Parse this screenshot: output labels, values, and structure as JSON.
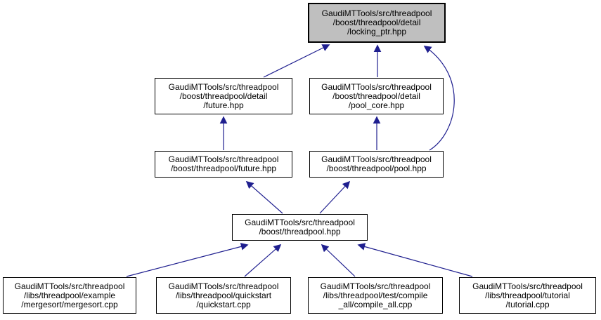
{
  "diagram": {
    "kind": "include-dependency-graph",
    "edge_color": "#1f1f8f",
    "node_fill": "#ffffff",
    "highlight_fill": "#bfbfbf",
    "border_color": "#000000",
    "nodes": [
      {
        "id": "locking-ptr-hpp",
        "label": "GaudiMTTools/src/threadpool\n/boost/threadpool/detail\n/locking_ptr.hpp",
        "highlighted": true
      },
      {
        "id": "detail-future-hpp",
        "label": "GaudiMTTools/src/threadpool\n/boost/threadpool/detail\n/future.hpp",
        "highlighted": false
      },
      {
        "id": "pool-core-hpp",
        "label": "GaudiMTTools/src/threadpool\n/boost/threadpool/detail\n/pool_core.hpp",
        "highlighted": false
      },
      {
        "id": "future-hpp",
        "label": "GaudiMTTools/src/threadpool\n/boost/threadpool/future.hpp",
        "highlighted": false
      },
      {
        "id": "pool-hpp",
        "label": "GaudiMTTools/src/threadpool\n/boost/threadpool/pool.hpp",
        "highlighted": false
      },
      {
        "id": "threadpool-hpp",
        "label": "GaudiMTTools/src/threadpool\n/boost/threadpool.hpp",
        "highlighted": false
      },
      {
        "id": "mergesort-cpp",
        "label": "GaudiMTTools/src/threadpool\n/libs/threadpool/example\n/mergesort/mergesort.cpp",
        "highlighted": false
      },
      {
        "id": "quickstart-cpp",
        "label": "GaudiMTTools/src/threadpool\n/libs/threadpool/quickstart\n/quickstart.cpp",
        "highlighted": false
      },
      {
        "id": "compile-all-cpp",
        "label": "GaudiMTTools/src/threadpool\n/libs/threadpool/test/compile\n_all/compile_all.cpp",
        "highlighted": false
      },
      {
        "id": "tutorial-cpp",
        "label": "GaudiMTTools/src/threadpool\n/libs/threadpool/tutorial\n/tutorial.cpp",
        "highlighted": false
      }
    ],
    "edges": [
      {
        "from": "detail-future-hpp",
        "to": "locking-ptr-hpp"
      },
      {
        "from": "pool-core-hpp",
        "to": "locking-ptr-hpp"
      },
      {
        "from": "pool-hpp",
        "to": "locking-ptr-hpp"
      },
      {
        "from": "future-hpp",
        "to": "detail-future-hpp"
      },
      {
        "from": "pool-hpp",
        "to": "pool-core-hpp"
      },
      {
        "from": "threadpool-hpp",
        "to": "future-hpp"
      },
      {
        "from": "threadpool-hpp",
        "to": "pool-hpp"
      },
      {
        "from": "mergesort-cpp",
        "to": "threadpool-hpp"
      },
      {
        "from": "quickstart-cpp",
        "to": "threadpool-hpp"
      },
      {
        "from": "compile-all-cpp",
        "to": "threadpool-hpp"
      },
      {
        "from": "tutorial-cpp",
        "to": "threadpool-hpp"
      }
    ]
  }
}
